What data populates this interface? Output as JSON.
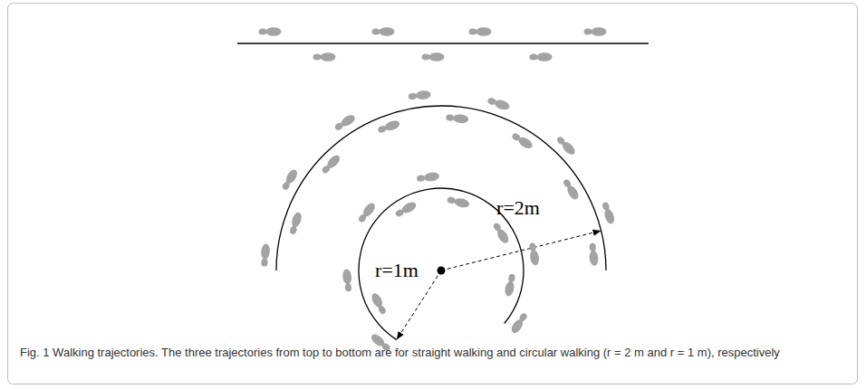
{
  "diagram": {
    "caption": "Fig. 1 Walking trajectories. The three trajectories from top to bottom are for straight walking and circular walking (r = 2 m and r = 1 m), respectively",
    "labels": [
      "r=2m",
      "r=1m"
    ]
  }
}
